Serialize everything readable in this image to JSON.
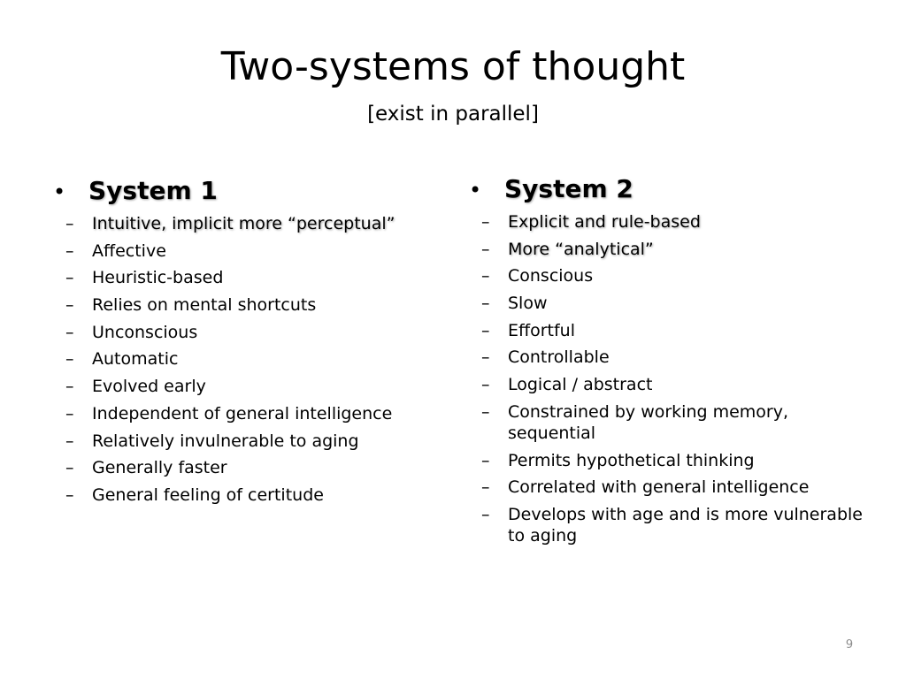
{
  "slide": {
    "title": "Two-systems of thought",
    "subtitle": "[exist in parallel]",
    "page_number": "9"
  },
  "system1": {
    "bullet": "•",
    "heading": "System 1",
    "items": [
      "Intuitive, implicit more “perceptual”",
      "Affective",
      "Heuristic-based",
      "Relies on mental shortcuts",
      "Unconscious",
      "Automatic",
      "Evolved early",
      "Independent of general intelligence",
      "Relatively invulnerable to aging",
      "Generally faster",
      "General feeling of certitude"
    ]
  },
  "system2": {
    "bullet": "•",
    "heading": "System 2",
    "items": [
      "Explicit and rule-based",
      "More “analytical”",
      "Conscious",
      "Slow",
      "Effortful",
      "Controllable",
      "Logical / abstract",
      "Constrained by working memory, sequential",
      "Permits hypothetical thinking",
      "Correlated with general intelligence",
      "Develops with age and is more vulnerable to aging"
    ]
  },
  "dash": "–"
}
